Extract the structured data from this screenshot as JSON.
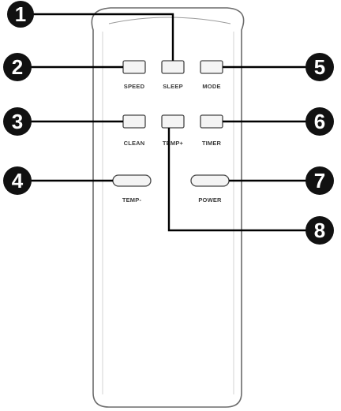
{
  "remote": {
    "buttons": [
      {
        "id": "speed",
        "label": "SPEED",
        "callout": "2"
      },
      {
        "id": "sleep",
        "label": "SLEEP",
        "callout": "1"
      },
      {
        "id": "mode",
        "label": "MODE",
        "callout": "5"
      },
      {
        "id": "cool",
        "label": "CLEAN",
        "callout": "3"
      },
      {
        "id": "temp",
        "label": "TEMP+",
        "callout": "8"
      },
      {
        "id": "timer",
        "label": "TIMER",
        "callout": "6"
      },
      {
        "id": "temp_minus",
        "label": "TEMP-",
        "callout": "4"
      },
      {
        "id": "power",
        "label": "POWER",
        "callout": "7"
      }
    ]
  },
  "callouts": [
    "1",
    "2",
    "3",
    "4",
    "5",
    "6",
    "7",
    "8"
  ],
  "colors": {
    "outline": "#6b6b6b",
    "callout_fill": "#111111",
    "leader_line": "#000000",
    "button_fill": "#f4f4f4"
  }
}
